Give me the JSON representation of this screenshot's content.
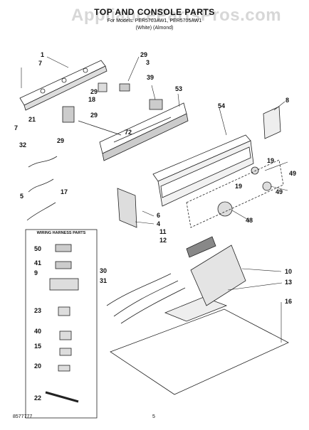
{
  "header": {
    "watermark": "AppliancePartsPros.com",
    "title": "TOP AND CONSOLE PARTS",
    "subtitle": "For Models: PER5703AW1, PER5705AW1",
    "subtitle2": "(White)     (Almond)"
  },
  "legend": {
    "title": "WIRING HARNESS PARTS"
  },
  "callouts": [
    "1",
    "7",
    "29",
    "3",
    "39",
    "53",
    "8",
    "54",
    "18",
    "29",
    "21",
    "29",
    "72",
    "7",
    "29",
    "32",
    "19",
    "49",
    "17",
    "19",
    "5",
    "49",
    "6",
    "4",
    "48",
    "11",
    "12",
    "10",
    "30",
    "31",
    "13",
    "16",
    "50",
    "41",
    "9",
    "23",
    "40",
    "15",
    "20",
    "22"
  ],
  "footer": {
    "left": "8577777",
    "page": "5"
  }
}
